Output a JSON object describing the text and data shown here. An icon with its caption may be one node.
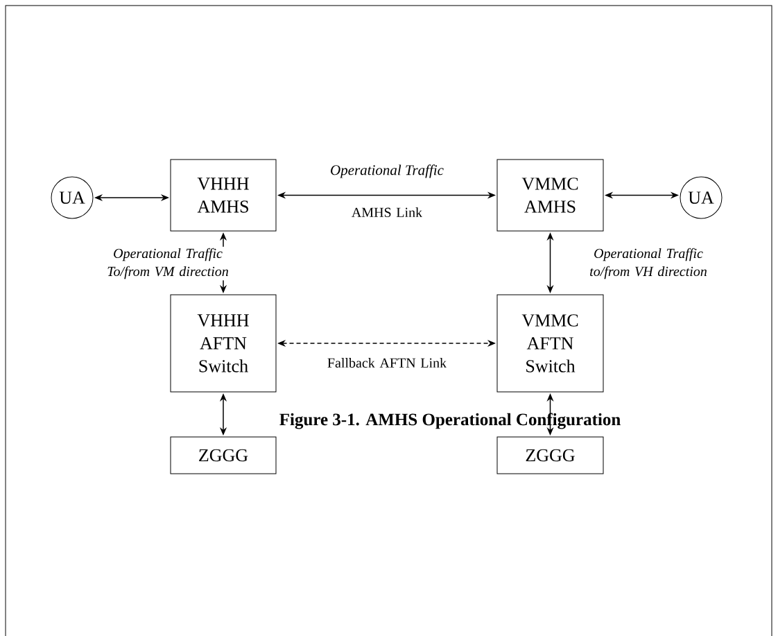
{
  "diagram": {
    "caption": "Figure 3-1. AMHS Operational Configuration",
    "nodes": [
      {
        "text": [
          "UA"
        ]
      },
      {
        "text": [
          "VHHH AMHS"
        ]
      },
      {
        "text": [
          "VMMC AMHS"
        ]
      },
      {
        "text": [
          "UA"
        ]
      },
      {
        "text": [
          "VHHH AFTN Switch"
        ]
      },
      {
        "text": [
          "VMMC AFTN Switch"
        ]
      },
      {
        "text": [
          "ZGGG"
        ]
      },
      {
        "text": [
          "ZGGG"
        ]
      }
    ],
    "edges": [
      {
        "from": 0,
        "to": 1,
        "arrow": "both"
      },
      {
        "from": 1,
        "to": 2,
        "arrow": "both",
        "label": "AMHS Link"
      },
      {
        "from": 2,
        "to": 3,
        "arrow": "both"
      },
      {
        "from": 1,
        "to": 4,
        "arrow": "both",
        "label": "Operational Traffic To/from VM direction"
      },
      {
        "from": 2,
        "to": 5,
        "arrow": "both",
        "label": "Operational Traffic to/from VH direction"
      },
      {
        "from": 4,
        "to": 5,
        "arrow": "both",
        "style": "dashed",
        "label": "Fallback AFTN Link"
      },
      {
        "from": 4,
        "to": 6,
        "arrow": "both"
      },
      {
        "from": 5,
        "to": 7,
        "arrow": "both"
      }
    ],
    "labels": [
      "Operational Traffic"
    ]
  }
}
